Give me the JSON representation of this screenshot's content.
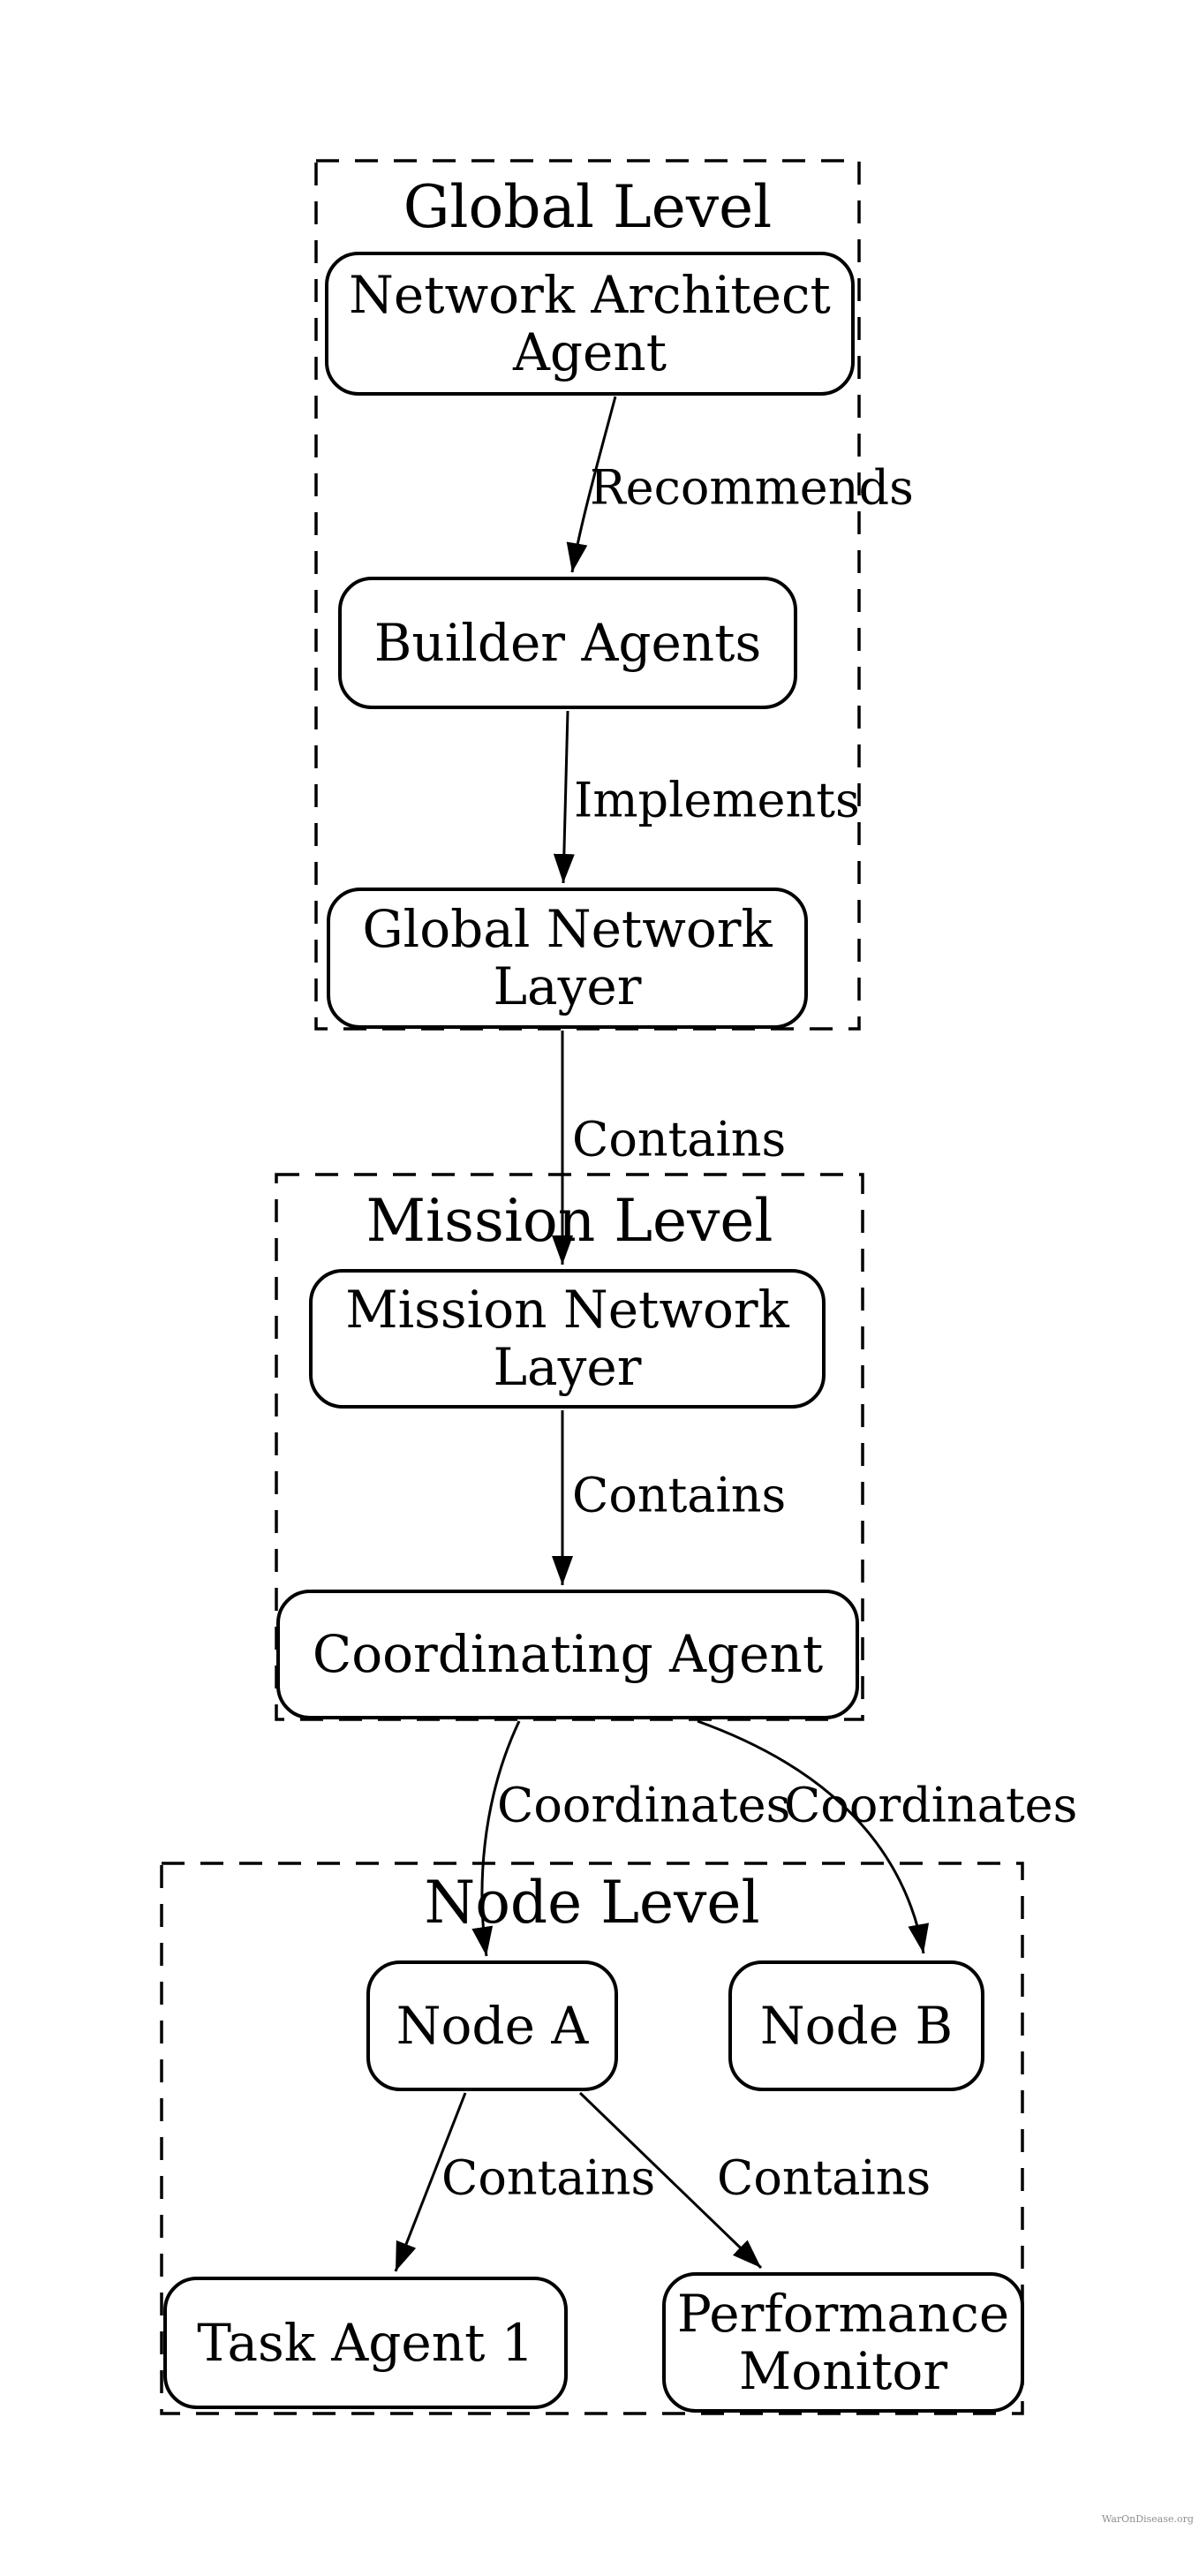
{
  "diagram": {
    "clusters": [
      {
        "title": "Global Level"
      },
      {
        "title": "Mission Level"
      },
      {
        "title": "Node Level"
      }
    ],
    "nodes": [
      {
        "label": "Network Architect\nAgent",
        "cluster": "Global Level"
      },
      {
        "label": "Builder Agents",
        "cluster": "Global Level"
      },
      {
        "label": "Global Network\nLayer",
        "cluster": "Global Level"
      },
      {
        "label": "Mission Network\nLayer",
        "cluster": "Mission Level"
      },
      {
        "label": "Coordinating Agent",
        "cluster": "Mission Level"
      },
      {
        "label": "Node A",
        "cluster": "Node Level"
      },
      {
        "label": "Node B",
        "cluster": "Node Level"
      },
      {
        "label": "Task Agent 1",
        "cluster": "Node Level"
      },
      {
        "label": "Performance\nMonitor",
        "cluster": "Node Level"
      }
    ],
    "edges": [
      {
        "from": "Network Architect Agent",
        "to": "Builder Agents",
        "label": "Recommends"
      },
      {
        "from": "Builder Agents",
        "to": "Global Network Layer",
        "label": "Implements"
      },
      {
        "from": "Global Network Layer",
        "to": "Mission Network Layer",
        "label": "Contains"
      },
      {
        "from": "Mission Network Layer",
        "to": "Coordinating Agent",
        "label": "Contains"
      },
      {
        "from": "Coordinating Agent",
        "to": "Node A",
        "label": "Coordinates"
      },
      {
        "from": "Coordinating Agent",
        "to": "Node B",
        "label": "Coordinates"
      },
      {
        "from": "Node A",
        "to": "Task Agent 1",
        "label": "Contains"
      },
      {
        "from": "Node A",
        "to": "Performance Monitor",
        "label": "Contains"
      }
    ]
  },
  "watermark": {
    "text": "WarOnDisease.org",
    "color": "#8f8f8f"
  },
  "colors": {
    "background": "#ffffff",
    "stroke": "#000000",
    "text": "#000000"
  }
}
